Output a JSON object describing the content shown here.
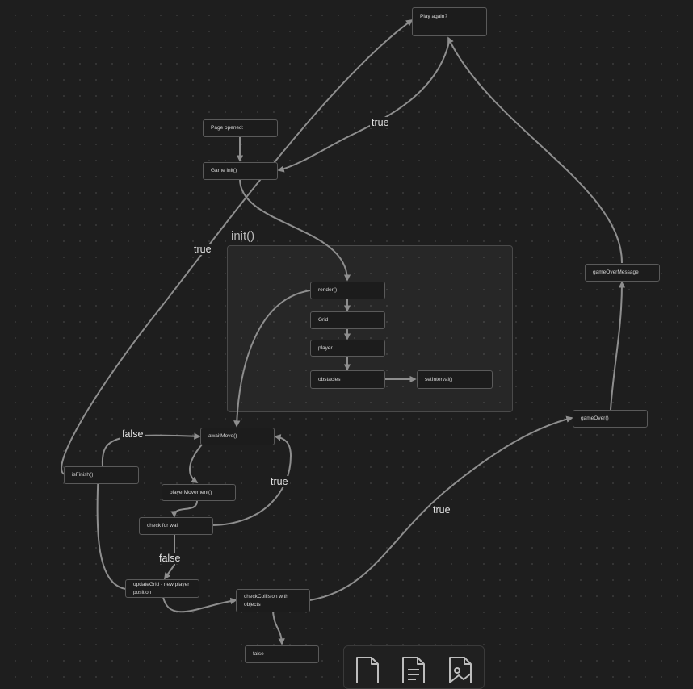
{
  "diagram": {
    "group": {
      "label": "init()"
    },
    "nodes": {
      "play_again": "Play again?",
      "page_opened": "Page opened:",
      "game_init": "Game init()",
      "render": "render()",
      "grid": "Grid",
      "player": "player",
      "obstacles": "obstacles",
      "set_interval": "setInterval()",
      "game_over_message": "gameOverMessage",
      "game_over": "gameOver()",
      "await_move": "awaitMove()",
      "is_finish": "isFinish()",
      "player_movement": "playerMovement()",
      "check_for_wall": "check for wall",
      "update_grid": "updateGrid - new player position",
      "check_collision": "checkCollision with objects",
      "false_end": "false"
    },
    "edge_labels": {
      "true_play_again": "true",
      "true_is_finish": "true",
      "false_is_finish": "false",
      "true_wall": "true",
      "false_wall": "false",
      "true_collision": "true"
    }
  },
  "toolbar": {
    "tools": [
      {
        "icon": "blank-file-icon"
      },
      {
        "icon": "text-file-icon"
      },
      {
        "icon": "image-file-icon"
      }
    ]
  }
}
